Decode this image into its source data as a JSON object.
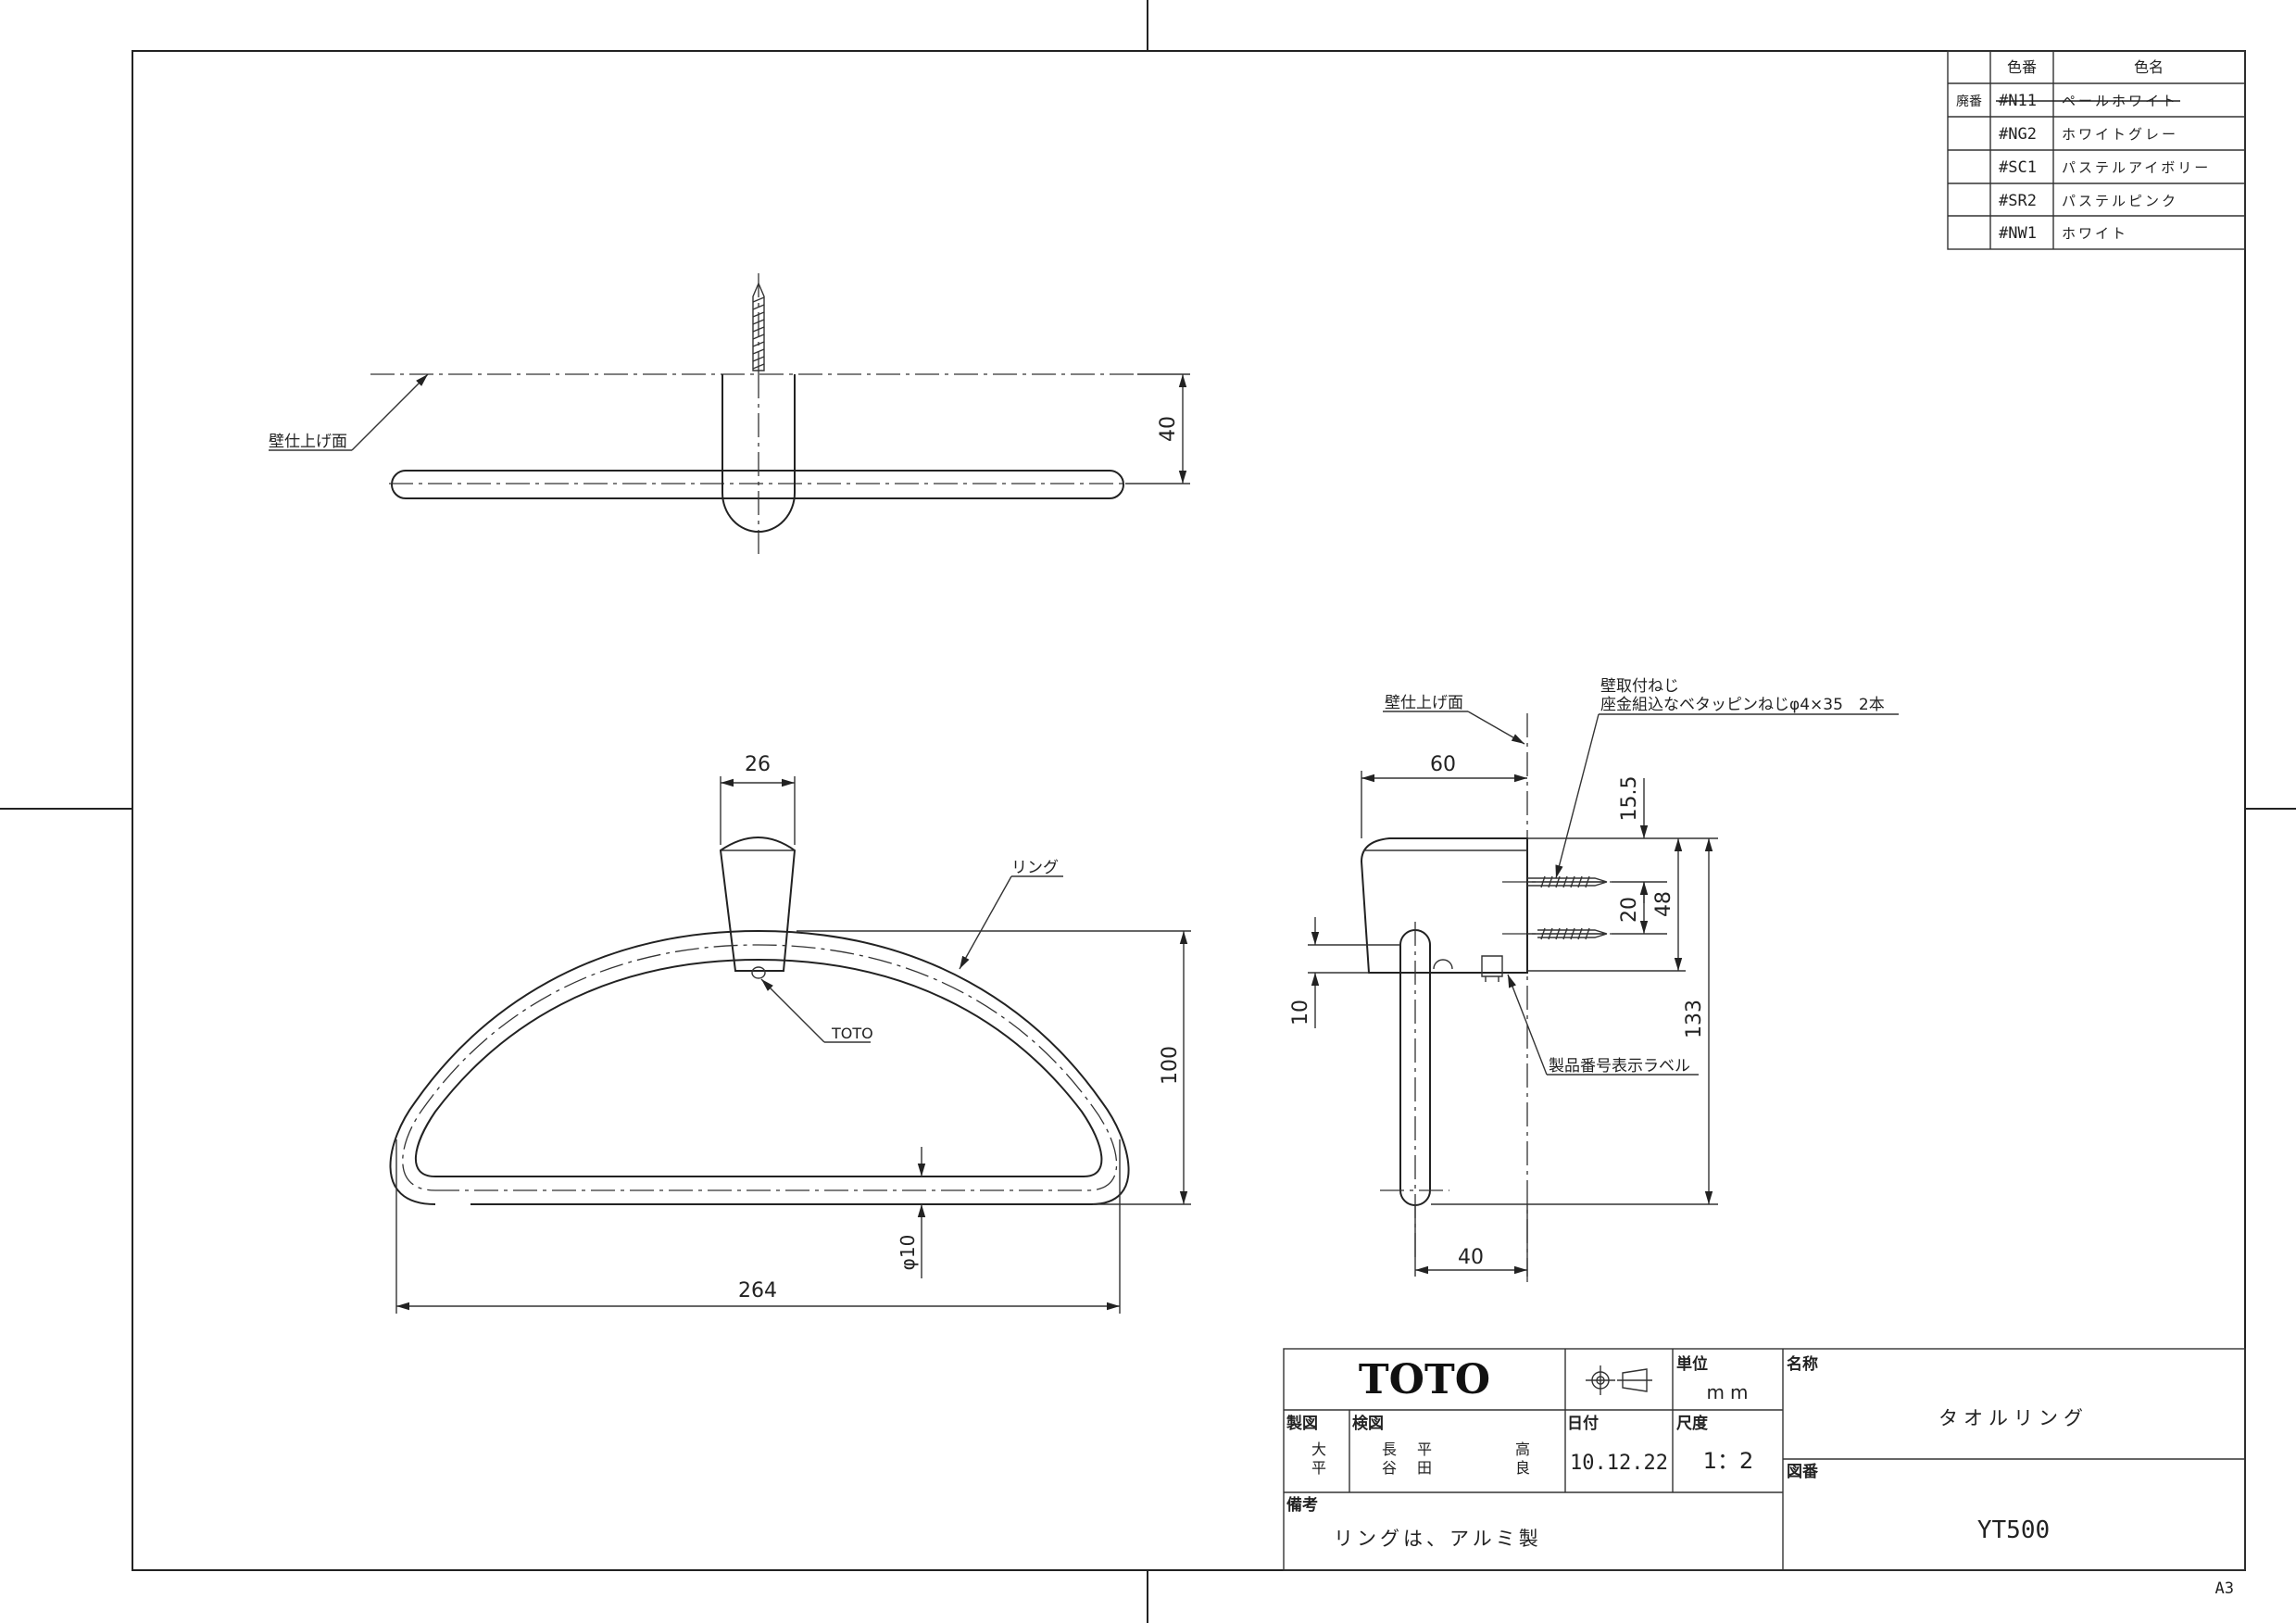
{
  "color_table": {
    "headers": {
      "no": "色番",
      "name": "色名"
    },
    "rows": [
      {
        "status": "廃番",
        "code": "#N11",
        "name": "ペールホワイト",
        "discontinued": true
      },
      {
        "status": "",
        "code": "#NG2",
        "name": "ホワイトグレー",
        "discontinued": false
      },
      {
        "status": "",
        "code": "#SC1",
        "name": "パステルアイボリー",
        "discontinued": false
      },
      {
        "status": "",
        "code": "#SR2",
        "name": "パステルピンク",
        "discontinued": false
      },
      {
        "status": "",
        "code": "#NW1",
        "name": "ホワイト",
        "discontinued": false
      }
    ]
  },
  "top_view": {
    "wall_label": "壁仕上げ面",
    "dim_40": "40"
  },
  "front_view": {
    "dim_26": "26",
    "ring_label": "リング",
    "logo_label": "TOTO",
    "dim_100": "100",
    "dim_phi10": "φ10",
    "dim_264": "264"
  },
  "side_view": {
    "wall_label": "壁仕上げ面",
    "screw_label_1": "壁取付ねじ",
    "screw_label_2": "座金組込なベタッピンねじφ4×35　2本",
    "dim_60": "60",
    "dim_15_5": "15.5",
    "dim_20": "20",
    "dim_48": "48",
    "dim_133": "133",
    "dim_10": "10",
    "dim_40": "40",
    "product_label": "製品番号表示ラベル"
  },
  "title_block": {
    "brand": "TOTO",
    "unit_label": "単位",
    "unit_value": "mm",
    "drawn_label": "製図",
    "drawn_by_1": "大",
    "drawn_by_2": "平",
    "checked_label": "検図",
    "checked_1a": "長",
    "checked_1b": "谷",
    "checked_2a": "平",
    "checked_2b": "田",
    "checked_3a": "高",
    "checked_3b": "良",
    "date_label": "日付",
    "date_value": "10.12.22",
    "scale_label": "尺度",
    "scale_value": "1：2",
    "name_label": "名称",
    "name_value": "タオルリング",
    "drawing_no_label": "図番",
    "drawing_no_value": "YT500",
    "remarks_label": "備考",
    "remarks_value": "リングは、アルミ製"
  },
  "sheet_size": "A3"
}
